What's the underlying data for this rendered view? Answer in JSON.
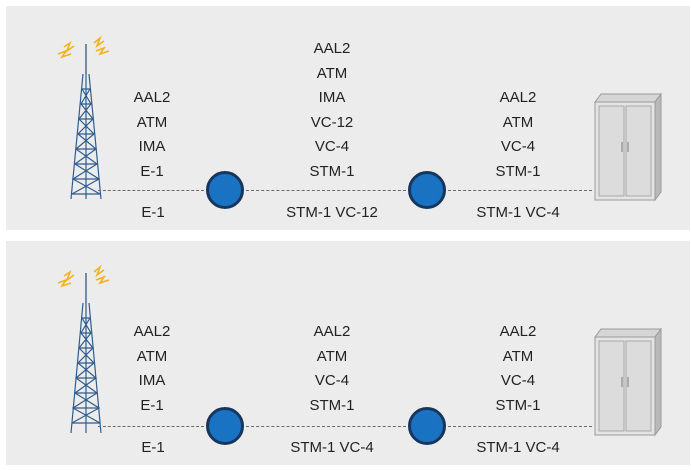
{
  "diagrams": [
    {
      "stacks": {
        "left": [
          "AAL2",
          "ATM",
          "IMA",
          "E-1"
        ],
        "middle": [
          "AAL2",
          "ATM",
          "IMA",
          "VC-12",
          "VC-4",
          "STM-1"
        ],
        "right": [
          "AAL2",
          "ATM",
          "VC-4",
          "STM-1"
        ]
      },
      "links": [
        "E-1",
        "STM-1 VC-12",
        "STM-1 VC-4"
      ]
    },
    {
      "stacks": {
        "left": [
          "AAL2",
          "ATM",
          "IMA",
          "E-1"
        ],
        "middle": [
          "AAL2",
          "ATM",
          "VC-4",
          "STM-1"
        ],
        "right": [
          "AAL2",
          "ATM",
          "VC-4",
          "STM-1"
        ]
      },
      "links": [
        "E-1",
        "STM-1 VC-4",
        "STM-1 VC-4"
      ]
    }
  ],
  "colors": {
    "panel": "#ececec",
    "node_fill": "#1a72c2",
    "node_ring": "#17365e",
    "line": "#6b6b6b",
    "signal": "#f2b21c"
  },
  "icons": {
    "tower": "radio-tower-icon",
    "cabinet": "server-cabinet-icon",
    "node": "network-node-icon"
  }
}
